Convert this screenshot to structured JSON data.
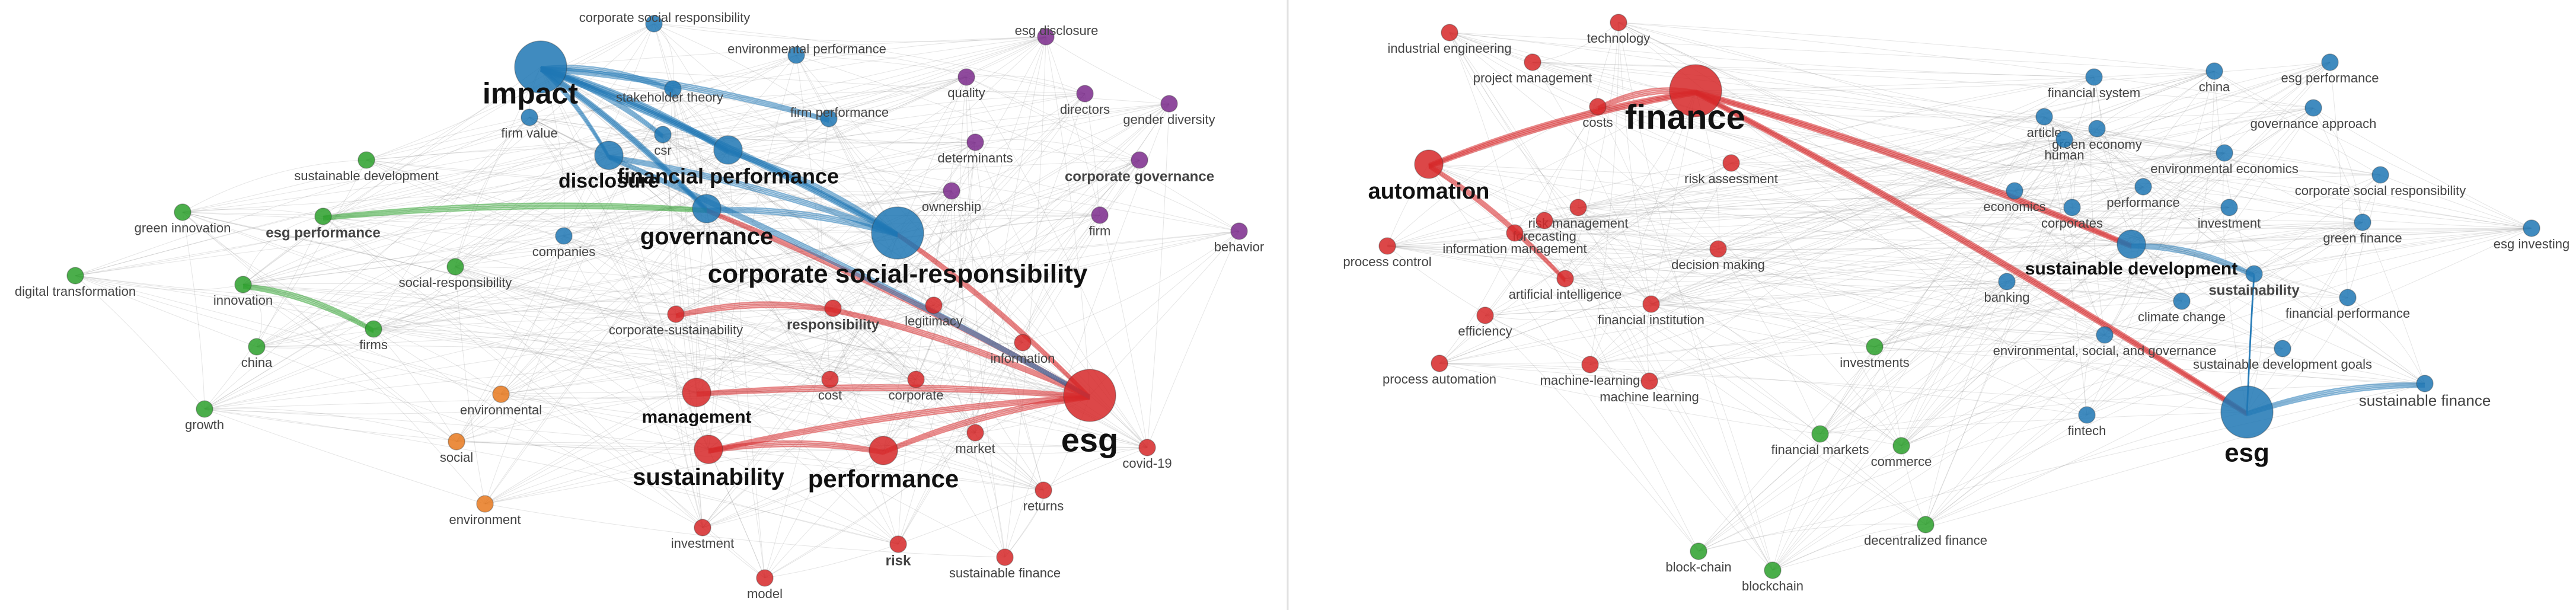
{
  "colors": {
    "red": "#d62728",
    "blue": "#1f77b4",
    "green": "#2ca02c",
    "purple": "#7b2a8c",
    "orange": "#e8791f",
    "edge": "#8a8a8a"
  },
  "networks": [
    {
      "id": "left",
      "nodes": [
        {
          "id": "impact",
          "label": "impact",
          "cluster": "blue",
          "size": 3
        },
        {
          "id": "corporate social responsibility",
          "label": "corporate social responsibility",
          "cluster": "blue",
          "size": 1
        },
        {
          "id": "environmental performance",
          "label": "environmental performance",
          "cluster": "blue",
          "size": 1
        },
        {
          "id": "stakeholder theory",
          "label": "stakeholder theory",
          "cluster": "blue",
          "size": 1
        },
        {
          "id": "firm value",
          "label": "firm value",
          "cluster": "blue",
          "size": 1
        },
        {
          "id": "firm performance",
          "label": "firm performance",
          "cluster": "blue",
          "size": 1
        },
        {
          "id": "csr",
          "label": "csr",
          "cluster": "blue",
          "size": 1
        },
        {
          "id": "disclosure",
          "label": "disclosure",
          "cluster": "blue",
          "size": 2
        },
        {
          "id": "financial performance",
          "label": "financial performance",
          "cluster": "blue",
          "size": 2
        },
        {
          "id": "governance",
          "label": "governance",
          "cluster": "blue",
          "size": 2
        },
        {
          "id": "corporate social-responsibility",
          "label": "corporate social-responsibility",
          "cluster": "blue",
          "size": 3
        },
        {
          "id": "companies",
          "label": "companies",
          "cluster": "blue",
          "size": 1
        },
        {
          "id": "esg disclosure",
          "label": "esg disclosure",
          "cluster": "purple",
          "size": 1
        },
        {
          "id": "quality",
          "label": "quality",
          "cluster": "purple",
          "size": 1
        },
        {
          "id": "directors",
          "label": "directors",
          "cluster": "purple",
          "size": 1
        },
        {
          "id": "gender diversity",
          "label": "gender diversity",
          "cluster": "purple",
          "size": 1
        },
        {
          "id": "determinants",
          "label": "determinants",
          "cluster": "purple",
          "size": 1
        },
        {
          "id": "corporate governance",
          "label": "corporate governance",
          "cluster": "purple",
          "size": 1
        },
        {
          "id": "ownership",
          "label": "ownership",
          "cluster": "purple",
          "size": 1
        },
        {
          "id": "firm",
          "label": "firm",
          "cluster": "purple",
          "size": 1
        },
        {
          "id": "behavior",
          "label": "behavior",
          "cluster": "purple",
          "size": 1
        },
        {
          "id": "sustainable development",
          "label": "sustainable development",
          "cluster": "green",
          "size": 1
        },
        {
          "id": "green innovation",
          "label": "green innovation",
          "cluster": "green",
          "size": 1
        },
        {
          "id": "esg performance",
          "label": "esg performance",
          "cluster": "green",
          "size": 1
        },
        {
          "id": "digital transformation",
          "label": "digital transformation",
          "cluster": "green",
          "size": 1
        },
        {
          "id": "innovation",
          "label": "innovation",
          "cluster": "green",
          "size": 1
        },
        {
          "id": "social-responsibility",
          "label": "social-responsibility",
          "cluster": "green",
          "size": 1
        },
        {
          "id": "firms",
          "label": "firms",
          "cluster": "green",
          "size": 1
        },
        {
          "id": "china",
          "label": "china",
          "cluster": "green",
          "size": 1
        },
        {
          "id": "growth",
          "label": "growth",
          "cluster": "green",
          "size": 1
        },
        {
          "id": "environmental",
          "label": "environmental",
          "cluster": "orange",
          "size": 1
        },
        {
          "id": "social",
          "label": "social",
          "cluster": "orange",
          "size": 1
        },
        {
          "id": "environment",
          "label": "environment",
          "cluster": "orange",
          "size": 1
        },
        {
          "id": "corporate-sustainability",
          "label": "corporate-sustainability",
          "cluster": "red",
          "size": 1
        },
        {
          "id": "responsibility",
          "label": "responsibility",
          "cluster": "red",
          "size": 1
        },
        {
          "id": "legitimacy",
          "label": "legitimacy",
          "cluster": "red",
          "size": 1
        },
        {
          "id": "information",
          "label": "information",
          "cluster": "red",
          "size": 1
        },
        {
          "id": "management",
          "label": "management",
          "cluster": "red",
          "size": 2
        },
        {
          "id": "cost",
          "label": "cost",
          "cluster": "red",
          "size": 1
        },
        {
          "id": "corporate",
          "label": "corporate",
          "cluster": "red",
          "size": 1
        },
        {
          "id": "esg",
          "label": "esg",
          "cluster": "red",
          "size": 3
        },
        {
          "id": "sustainability",
          "label": "sustainability",
          "cluster": "red",
          "size": 2
        },
        {
          "id": "performance",
          "label": "performance",
          "cluster": "red",
          "size": 2
        },
        {
          "id": "market",
          "label": "market",
          "cluster": "red",
          "size": 1
        },
        {
          "id": "covid-19",
          "label": "covid-19",
          "cluster": "red",
          "size": 1
        },
        {
          "id": "returns",
          "label": "returns",
          "cluster": "red",
          "size": 1
        },
        {
          "id": "investment",
          "label": "investment",
          "cluster": "red",
          "size": 1
        },
        {
          "id": "risk",
          "label": "risk",
          "cluster": "red",
          "size": 1
        },
        {
          "id": "model",
          "label": "model",
          "cluster": "red",
          "size": 1
        },
        {
          "id": "sustainable finance",
          "label": "sustainable finance",
          "cluster": "red",
          "size": 1
        }
      ],
      "strong_links": [
        [
          "impact",
          "corporate social-responsibility"
        ],
        [
          "impact",
          "financial performance"
        ],
        [
          "impact",
          "governance"
        ],
        [
          "impact",
          "disclosure"
        ],
        [
          "impact",
          "firm performance"
        ],
        [
          "impact",
          "csr"
        ],
        [
          "impact",
          "stakeholder theory"
        ],
        [
          "financial performance",
          "corporate social-responsibility"
        ],
        [
          "governance",
          "corporate social-responsibility"
        ],
        [
          "disclosure",
          "corporate social-responsibility"
        ],
        [
          "esg",
          "sustainability"
        ],
        [
          "esg",
          "performance"
        ],
        [
          "sustainability",
          "performance"
        ],
        [
          "esg",
          "management"
        ],
        [
          "esg",
          "corporate social-responsibility"
        ],
        [
          "esg",
          "responsibility"
        ],
        [
          "esg",
          "governance"
        ],
        [
          "responsibility",
          "corporate-sustainability"
        ],
        [
          "esg performance",
          "governance"
        ],
        [
          "disclosure",
          "esg"
        ],
        [
          "innovation",
          "firms"
        ]
      ]
    },
    {
      "id": "right",
      "nodes": [
        {
          "id": "industrial engineering",
          "label": "industrial engineering",
          "cluster": "red",
          "size": 1
        },
        {
          "id": "technology",
          "label": "technology",
          "cluster": "red",
          "size": 1
        },
        {
          "id": "project management",
          "label": "project management",
          "cluster": "red",
          "size": 1
        },
        {
          "id": "finance",
          "label": "finance",
          "cluster": "red",
          "size": 3
        },
        {
          "id": "costs",
          "label": "costs",
          "cluster": "red",
          "size": 1
        },
        {
          "id": "automation",
          "label": "automation",
          "cluster": "red",
          "size": 2
        },
        {
          "id": "risk assessment",
          "label": "risk assessment",
          "cluster": "red",
          "size": 1
        },
        {
          "id": "risk management",
          "label": "risk management",
          "cluster": "red",
          "size": 1
        },
        {
          "id": "forecasting",
          "label": "forecasting",
          "cluster": "red",
          "size": 1
        },
        {
          "id": "information management",
          "label": "information management",
          "cluster": "red",
          "size": 1
        },
        {
          "id": "decision making",
          "label": "decision making",
          "cluster": "red",
          "size": 1
        },
        {
          "id": "process control",
          "label": "process control",
          "cluster": "red",
          "size": 1
        },
        {
          "id": "artificial intelligence",
          "label": "artificial intelligence",
          "cluster": "red",
          "size": 1
        },
        {
          "id": "financial institution",
          "label": "financial institution",
          "cluster": "red",
          "size": 1
        },
        {
          "id": "efficiency",
          "label": "efficiency",
          "cluster": "red",
          "size": 1
        },
        {
          "id": "process automation",
          "label": "process automation",
          "cluster": "red",
          "size": 1
        },
        {
          "id": "machine-learning",
          "label": "machine-learning",
          "cluster": "red",
          "size": 1
        },
        {
          "id": "machine learning",
          "label": "machine learning",
          "cluster": "red",
          "size": 1
        },
        {
          "id": "financial system",
          "label": "financial system",
          "cluster": "blue",
          "size": 1
        },
        {
          "id": "china",
          "label": "china",
          "cluster": "blue",
          "size": 1
        },
        {
          "id": "esg performance",
          "label": "esg performance",
          "cluster": "blue",
          "size": 1
        },
        {
          "id": "article",
          "label": "article",
          "cluster": "blue",
          "size": 1
        },
        {
          "id": "green economy",
          "label": "green economy",
          "cluster": "blue",
          "size": 1
        },
        {
          "id": "human",
          "label": "human",
          "cluster": "blue",
          "size": 1
        },
        {
          "id": "governance approach",
          "label": "governance approach",
          "cluster": "blue",
          "size": 1
        },
        {
          "id": "environmental economics",
          "label": "environmental economics",
          "cluster": "blue",
          "size": 1
        },
        {
          "id": "economics",
          "label": "economics",
          "cluster": "blue",
          "size": 1
        },
        {
          "id": "performance",
          "label": "performance",
          "cluster": "blue",
          "size": 1
        },
        {
          "id": "corporates",
          "label": "corporates",
          "cluster": "blue",
          "size": 1
        },
        {
          "id": "investment",
          "label": "investment",
          "cluster": "blue",
          "size": 1
        },
        {
          "id": "corporate social responsibility",
          "label": "corporate social responsibility",
          "cluster": "blue",
          "size": 1
        },
        {
          "id": "green finance",
          "label": "green finance",
          "cluster": "blue",
          "size": 1
        },
        {
          "id": "esg investing",
          "label": "esg investing",
          "cluster": "blue",
          "size": 1
        },
        {
          "id": "sustainable development",
          "label": "sustainable development",
          "cluster": "blue",
          "size": 2
        },
        {
          "id": "sustainability",
          "label": "sustainability",
          "cluster": "blue",
          "size": 1
        },
        {
          "id": "banking",
          "label": "banking",
          "cluster": "blue",
          "size": 1
        },
        {
          "id": "climate change",
          "label": "climate change",
          "cluster": "blue",
          "size": 1
        },
        {
          "id": "financial performance",
          "label": "financial performance",
          "cluster": "blue",
          "size": 1
        },
        {
          "id": "environmental, social, and governance",
          "label": "environmental, social, and governance",
          "cluster": "blue",
          "size": 1
        },
        {
          "id": "sustainable development goals",
          "label": "sustainable development goals",
          "cluster": "blue",
          "size": 1
        },
        {
          "id": "sustainable finance",
          "label": "sustainable finance",
          "cluster": "blue",
          "size": 1
        },
        {
          "id": "fintech",
          "label": "fintech",
          "cluster": "blue",
          "size": 1
        },
        {
          "id": "esg",
          "label": "esg",
          "cluster": "blue",
          "size": 3
        },
        {
          "id": "investments",
          "label": "investments",
          "cluster": "green",
          "size": 1
        },
        {
          "id": "financial markets",
          "label": "financial markets",
          "cluster": "green",
          "size": 1
        },
        {
          "id": "commerce",
          "label": "commerce",
          "cluster": "green",
          "size": 1
        },
        {
          "id": "decentralized finance",
          "label": "decentralized finance",
          "cluster": "green",
          "size": 1
        },
        {
          "id": "block-chain",
          "label": "block-chain",
          "cluster": "green",
          "size": 1
        },
        {
          "id": "blockchain",
          "label": "blockchain",
          "cluster": "green",
          "size": 1
        }
      ],
      "strong_links": [
        [
          "finance",
          "automation"
        ],
        [
          "finance",
          "sustainable development"
        ],
        [
          "finance",
          "esg"
        ],
        [
          "finance",
          "costs"
        ],
        [
          "automation",
          "artificial intelligence"
        ],
        [
          "esg",
          "sustainable finance"
        ],
        [
          "esg",
          "sustainability"
        ],
        [
          "sustainable development",
          "sustainability"
        ]
      ]
    }
  ]
}
